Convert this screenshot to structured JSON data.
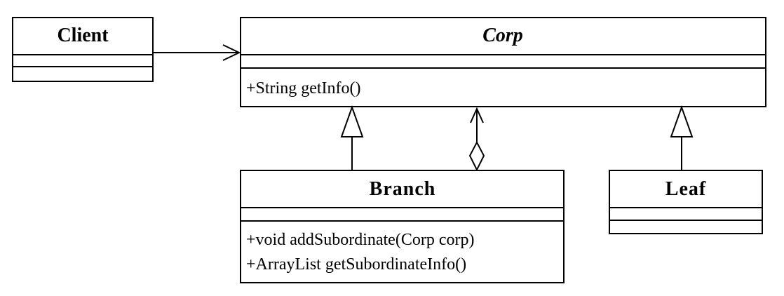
{
  "classes": {
    "client": {
      "name": "Client",
      "operations": []
    },
    "corp": {
      "name": "Corp",
      "abstract": true,
      "operations": [
        "+String getInfo()"
      ]
    },
    "branch": {
      "name": "Branch",
      "operations": [
        "+void addSubordinate(Corp corp)",
        "+ArrayList getSubordinateInfo()"
      ]
    },
    "leaf": {
      "name": "Leaf",
      "operations": []
    }
  },
  "relationships": [
    {
      "type": "association",
      "from": "Client",
      "to": "Corp"
    },
    {
      "type": "generalization",
      "from": "Branch",
      "to": "Corp"
    },
    {
      "type": "aggregation",
      "from": "Branch",
      "to": "Corp"
    },
    {
      "type": "generalization",
      "from": "Leaf",
      "to": "Corp"
    }
  ],
  "colors": {
    "stroke": "#000000",
    "background": "#ffffff"
  }
}
